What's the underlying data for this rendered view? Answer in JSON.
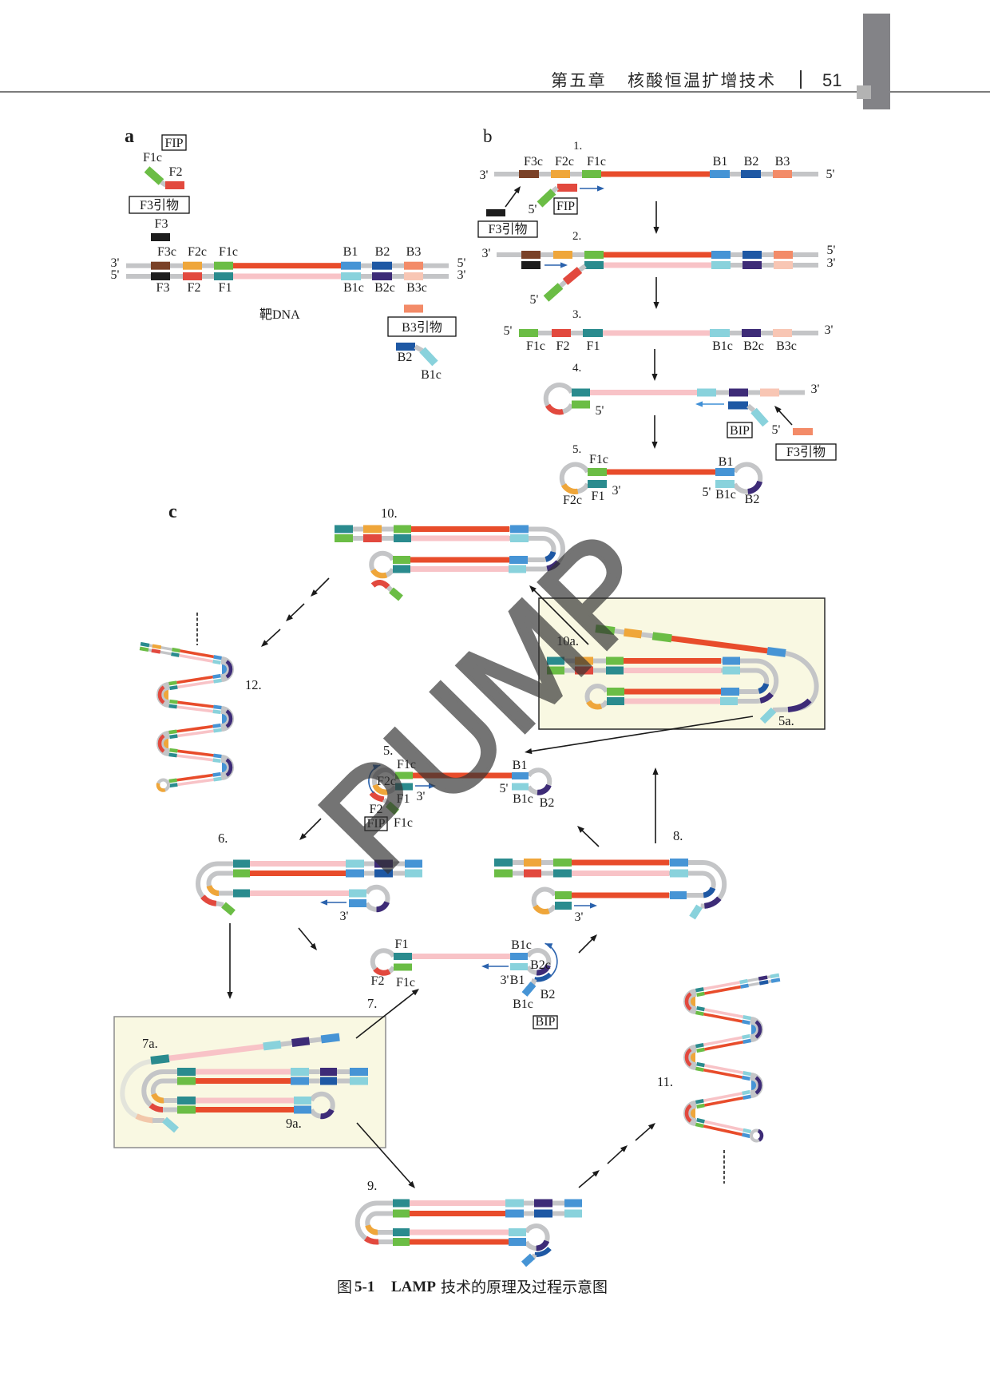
{
  "header": {
    "chapter": "第五章",
    "chapter_title": "核酸恒温扩增技术",
    "page_number": "51"
  },
  "palette": {
    "backbone": "#c4c5c7",
    "backbone_faded": "#e3e4db",
    "F3c": "#7a4127",
    "F2c": "#efa63a",
    "F2c_faded": "#f2c7aa",
    "F1c": "#6bbd45",
    "target_sense": "#e84c2b",
    "B1": "#4694d5",
    "B2": "#1e58a4",
    "B3": "#f38b68",
    "F3": "#1d1d1d",
    "F2": "#e2493e",
    "F1": "#2a8b8e",
    "target_antisense": "#f8c3c7",
    "B1c": "#89d2dc",
    "B2c": "#3d2b77",
    "B3c": "#f8c6b4",
    "arrow": "#1a1a1a",
    "extension_arrow": "#2a62ad",
    "extension_arrow_light": "#3f8fd6",
    "inset_background": "#f9f8e2",
    "inset_border_dark": "#2a2a2a",
    "inset_border_light": "#8c8c8c",
    "watermark": "#333333"
  },
  "figure": {
    "panel_a": {
      "label": "a",
      "fip_primer": {
        "name": "FIP",
        "segments": [
          "F1c",
          "F2"
        ]
      },
      "f3_primer": {
        "name": "F3引物",
        "segment": "F3"
      },
      "target_dna": {
        "name": "靶DNA",
        "top_strand": {
          "ends": [
            "3'",
            "5'"
          ],
          "segments": [
            "F3c",
            "F2c",
            "F1c",
            "B1",
            "B2",
            "B3"
          ]
        },
        "bottom_strand": {
          "ends": [
            "5'",
            "3'"
          ],
          "segments": [
            "F3",
            "F2",
            "F1",
            "B1c",
            "B2c",
            "B3c"
          ]
        }
      },
      "b3_primer": {
        "name": "B3引物"
      },
      "bip_primer": {
        "segments": [
          "B2",
          "B1c"
        ]
      }
    },
    "panel_b": {
      "label": "b",
      "step1": {
        "number": "1.",
        "segments": [
          "F3c",
          "F2c",
          "F1c",
          "B1",
          "B2",
          "B3"
        ],
        "ends": [
          "3'",
          "5'"
        ],
        "fip_end": "5'",
        "fip_label": "FIP",
        "f3_label": "F3引物"
      },
      "step2": {
        "number": "2.",
        "top_ends": [
          "3'",
          "5'"
        ],
        "bottom_end": "3'",
        "fip_end": "5'"
      },
      "step3": {
        "number": "3.",
        "ends": [
          "5'",
          "3'"
        ],
        "segments": [
          "F1c",
          "F2",
          "F1",
          "B1c",
          "B2c",
          "B3c"
        ]
      },
      "step4": {
        "number": "4.",
        "strand_end": "3'",
        "loop_end": "5'",
        "bip_end": "5'",
        "bip_label": "BIP",
        "outer_primer_label": "F3引物"
      },
      "step5": {
        "number": "5.",
        "F1c": "F1c",
        "F2c": "F2c",
        "F1": "F1",
        "end_3": "3'",
        "B1": "B1",
        "end_5": "5'",
        "B1c": "B1c",
        "B2": "B2"
      }
    },
    "panel_c": {
      "label": "c",
      "s10": {
        "number": "10."
      },
      "s10a": {
        "number": "10a.",
        "inner_label": "5a."
      },
      "s12": {
        "number": "12."
      },
      "s5": {
        "number": "5.",
        "F1c": "F1c",
        "F2c": "F2c",
        "F1": "F1",
        "end_3": "3'",
        "B1": "B1",
        "end_5": "5'",
        "B1c": "B1c",
        "B2": "B2",
        "fip_F2": "F2",
        "fip_F1c": "F1c",
        "fip_label": "FIP"
      },
      "s6": {
        "number": "6.",
        "end_3": "3'"
      },
      "s8": {
        "number": "8.",
        "end_3": "3'"
      },
      "s7": {
        "number": "7.",
        "F1": "F1",
        "F2": "F2",
        "F1c": "F1c",
        "B1c": "B1c",
        "B2c": "B2c",
        "end_3": "3'",
        "B1": "B1",
        "bip_B2": "B2",
        "bip_B1c": "B1c",
        "bip_label": "BIP"
      },
      "s7a": {
        "number": "7a.",
        "inner_label": "9a."
      },
      "s9": {
        "number": "9."
      },
      "s11": {
        "number": "11."
      }
    }
  },
  "caption": {
    "prefix": "图",
    "number": "5-1",
    "bold_title": "LAMP",
    "title": "技术的原理及过程示意图"
  },
  "watermark": "PUMP"
}
